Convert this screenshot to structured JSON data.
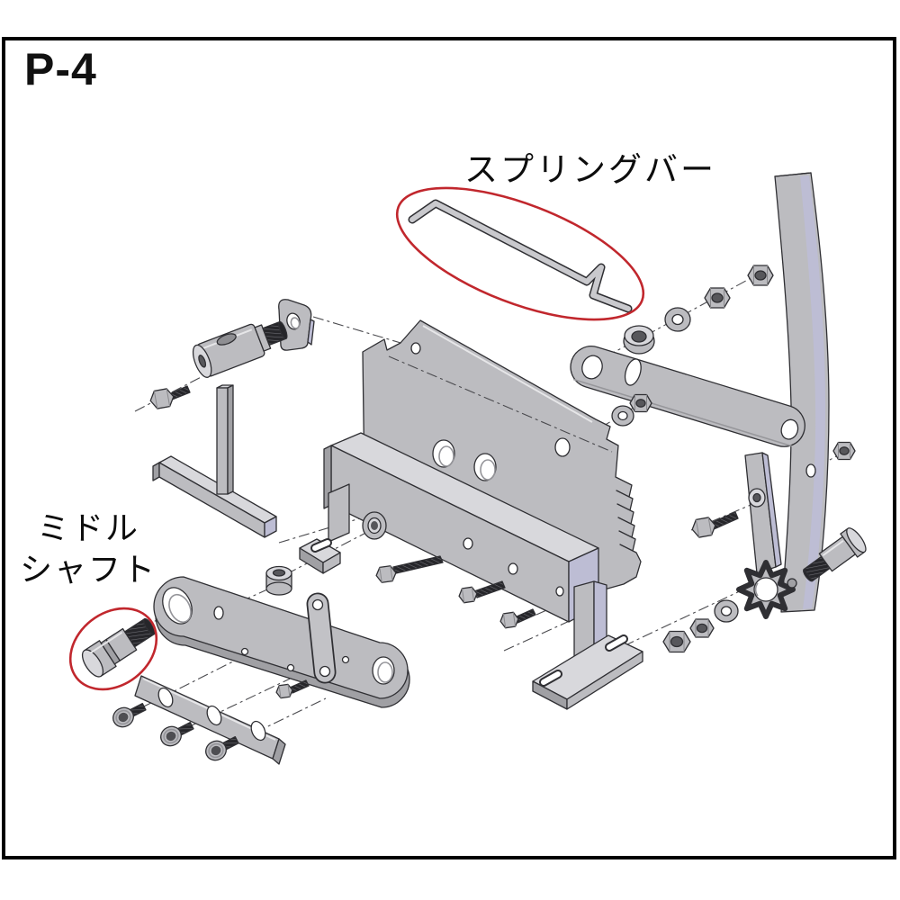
{
  "page": {
    "title_code": "P-4"
  },
  "labels": {
    "spring_bar": "スプリングバー",
    "middle_shaft_line1": "ミドル",
    "middle_shaft_line2": "シャフト"
  },
  "diagram": {
    "type": "exploded-parts-diagram",
    "highlighted_parts": [
      {
        "id": "spring-bar",
        "label": "スプリングバー"
      },
      {
        "id": "middle-shaft",
        "label": "ミドルシャフト"
      }
    ]
  },
  "colors": {
    "highlight": "#c1272d",
    "part_fill": "#bcbcc0",
    "part_light": "#d8d8dc",
    "part_shadow": "#a0a0a4",
    "part_lavender": "#bdbdd4",
    "outline": "#2f2f33",
    "thread_dark": "#26262a",
    "background": "#ffffff",
    "frame_border": "#000000"
  }
}
